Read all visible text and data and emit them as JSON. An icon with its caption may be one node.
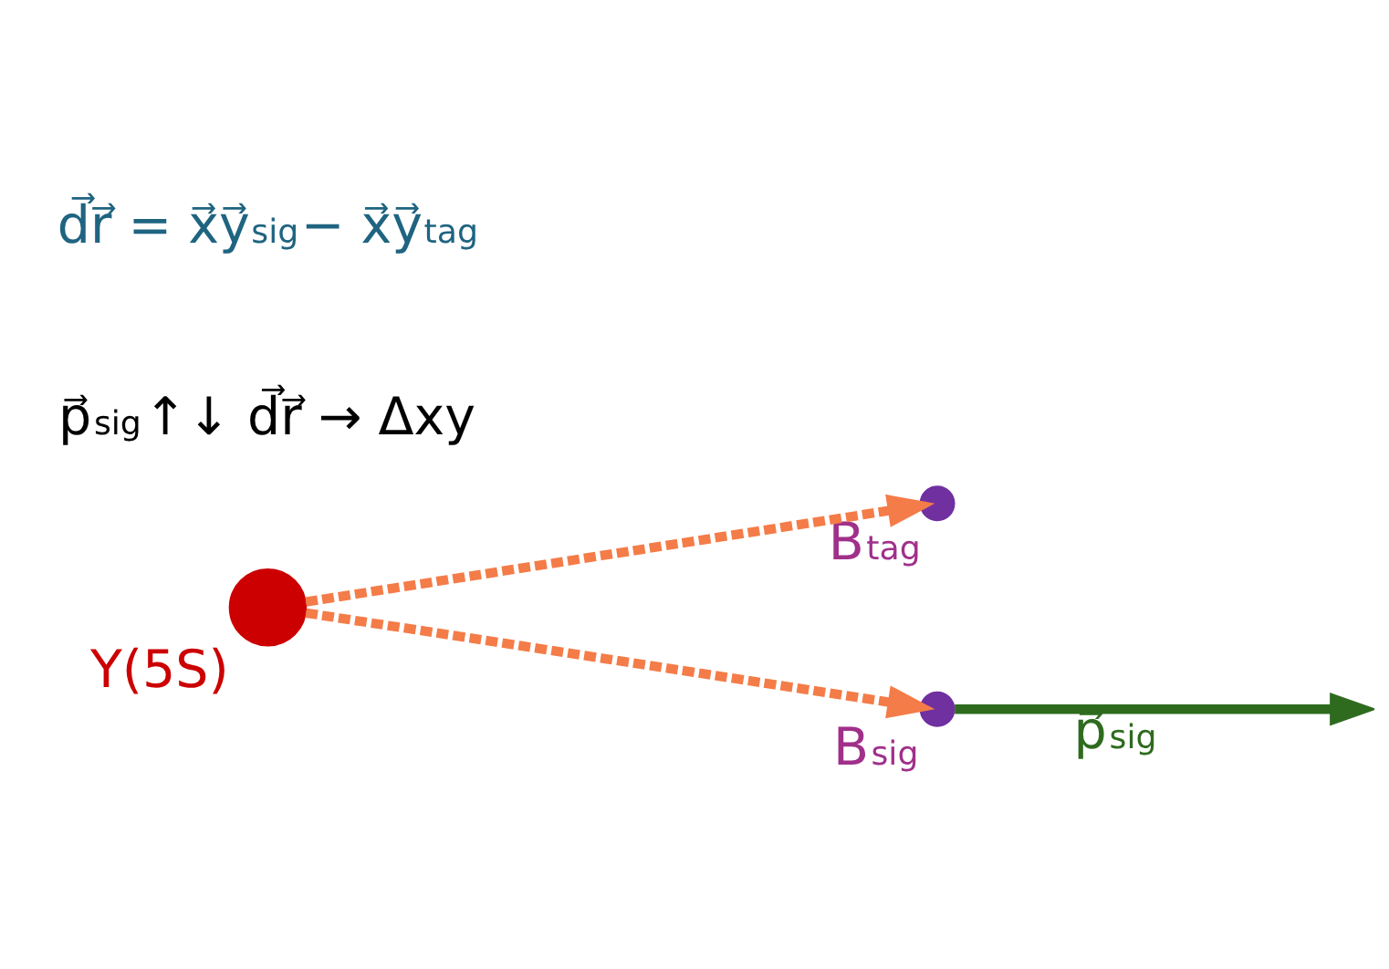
{
  "diagram": {
    "nodes": [
      {
        "text": [],
        "shape": "circle",
        "beside": [
          "Υ(5S)"
        ]
      },
      {
        "text": [],
        "shape": "circle",
        "beside": [
          "B$_{tag}$"
        ]
      },
      {
        "text": [],
        "shape": "circle",
        "beside": [
          "B$_{sig}$"
        ]
      }
    ],
    "edges": [
      {
        "from": 0,
        "to": 1,
        "arrow": "to",
        "style": "dashed"
      },
      {
        "from": 0,
        "to": 2,
        "arrow": "to",
        "style": "dashed"
      },
      {
        "from": 2,
        "to": null,
        "arrow": "to",
        "label": "p⃗$_{sig}$",
        "color": "#2e6b1f"
      }
    ],
    "labels": [
      "p⃗$_{sig}$↑↓ d⃗r⃗ → Δxy",
      "d⃗r⃗ = x⃗y⃗$_{sig}$− x⃗y⃗$_{tag}$"
    ]
  }
}
